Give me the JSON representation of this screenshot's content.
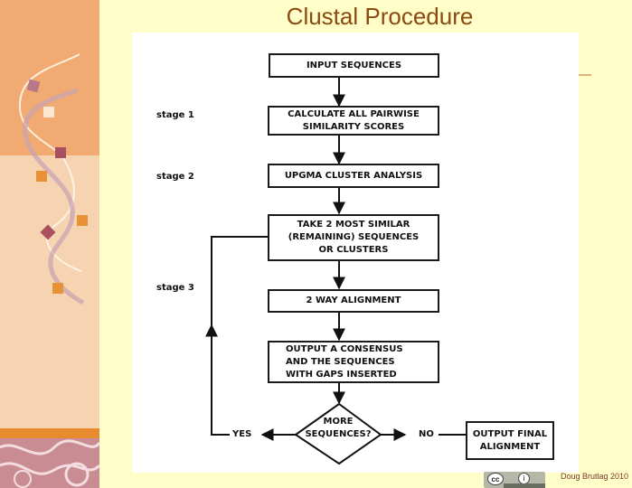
{
  "slide": {
    "title": "Clustal Procedure",
    "credit": "Doug Brutlag 2010",
    "license_badge": {
      "icon": "cc-by-icon",
      "logo": "cc",
      "by": "i"
    }
  },
  "diagram": {
    "stages": [
      "stage 1",
      "stage 2",
      "stage 3"
    ],
    "nodes": [
      {
        "id": "input",
        "lines": [
          "INPUT SEQUENCES"
        ]
      },
      {
        "id": "pairwise",
        "lines": [
          "CALCULATE ALL PAIRWISE",
          "SIMILARITY SCORES"
        ]
      },
      {
        "id": "upgma",
        "lines": [
          "UPGMA CLUSTER ANALYSIS"
        ]
      },
      {
        "id": "take2",
        "lines": [
          "TAKE 2 MOST SIMILAR",
          "(REMAINING) SEQUENCES",
          "OR CLUSTERS"
        ]
      },
      {
        "id": "align",
        "lines": [
          "2 WAY ALIGNMENT"
        ]
      },
      {
        "id": "consensus",
        "lines": [
          "OUTPUT A CONSENSUS",
          "AND THE SEQUENCES",
          "WITH GAPS INSERTED"
        ]
      },
      {
        "id": "decision",
        "lines": [
          "MORE",
          "SEQUENCES?"
        ]
      },
      {
        "id": "final",
        "lines": [
          "OUTPUT FINAL",
          "ALIGNMENT"
        ]
      }
    ],
    "edge_labels": {
      "yes": "YES",
      "no": "NO"
    }
  }
}
